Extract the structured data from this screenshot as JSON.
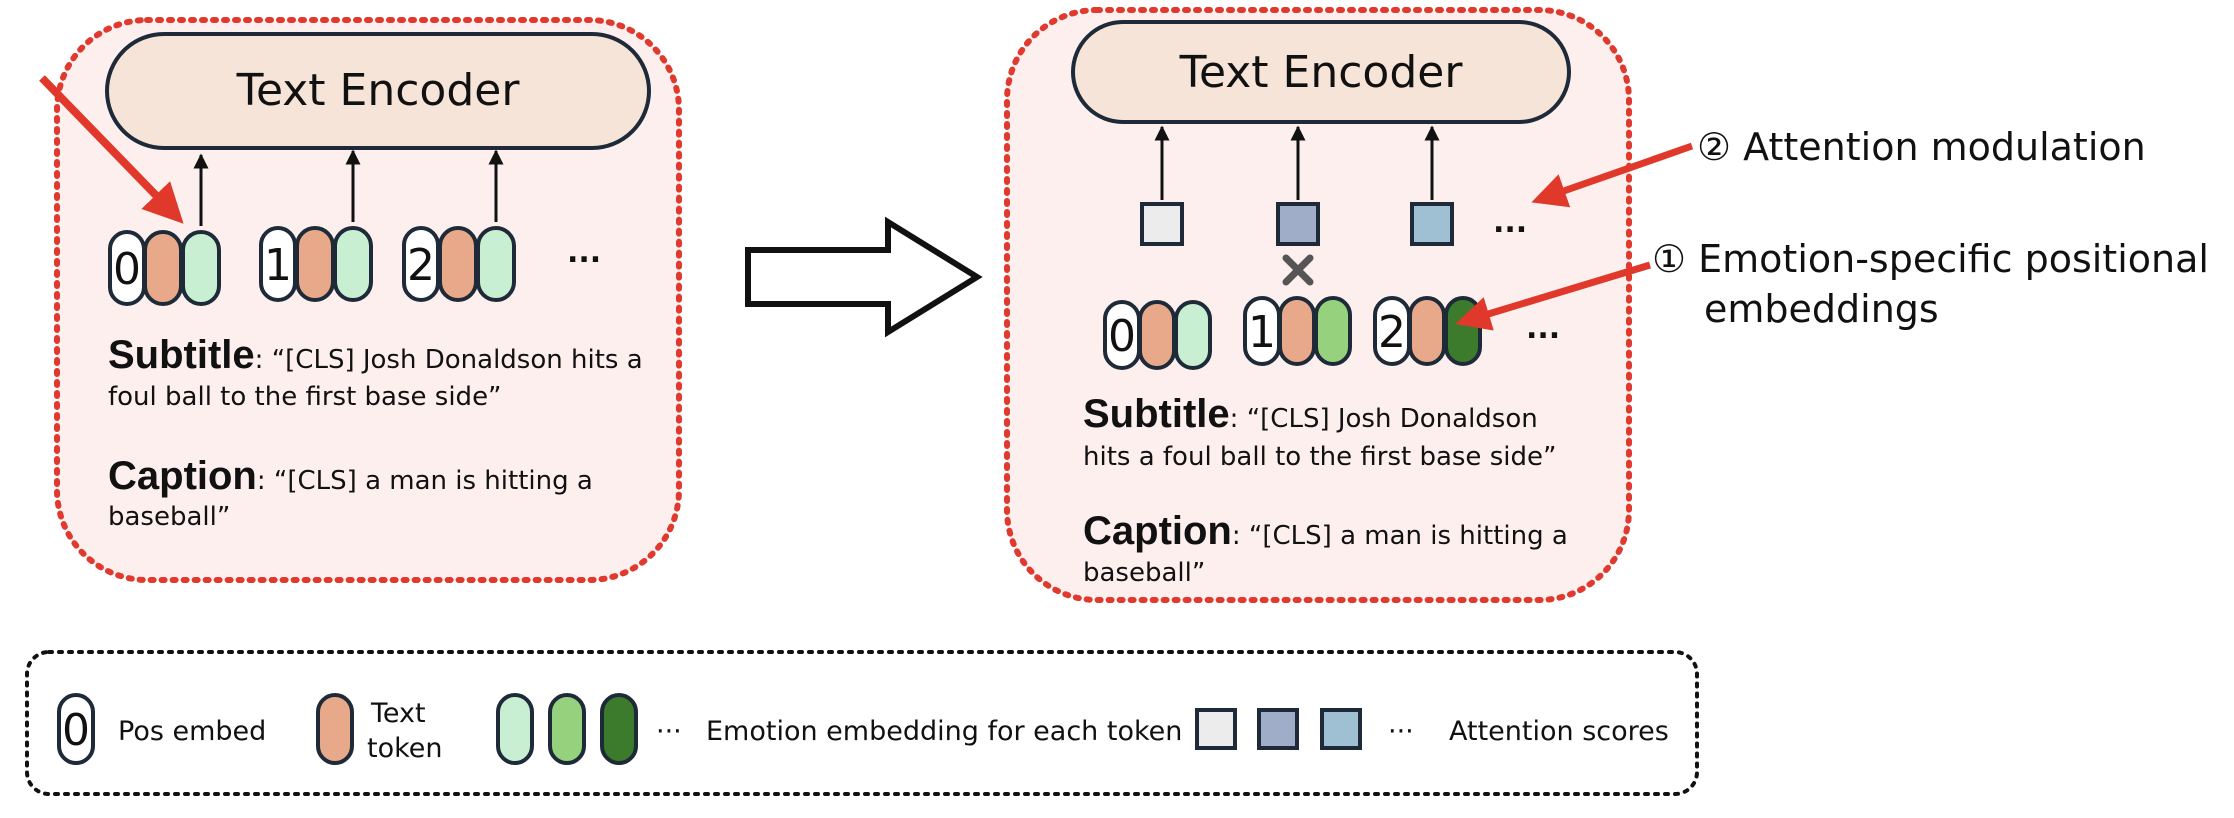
{
  "left_panel": {
    "encoder_label": "Text Encoder",
    "positions": [
      "0",
      "1",
      "2"
    ],
    "ellipsis": "...",
    "subtitle_label": "Subtitle",
    "subtitle_text_line1": ": “[CLS] Josh Donaldson hits a",
    "subtitle_text_line2": "foul ball to the first base side”",
    "caption_label": "Caption",
    "caption_text_line1": ":  “[CLS] a man is hitting a",
    "caption_text_line2": "baseball”"
  },
  "right_panel": {
    "encoder_label": "Text Encoder",
    "positions": [
      "0",
      "1",
      "2"
    ],
    "ellipsis_tokens": "...",
    "ellipsis_scores": "...",
    "subtitle_label": "Subtitle",
    "subtitle_text_line1": ": “[CLS] Josh Donaldson",
    "subtitle_text_line2": "hits a foul ball to the first base side”",
    "caption_label": "Caption",
    "caption_text_line1": ":  “[CLS] a man is hitting a",
    "caption_text_line2": "baseball”"
  },
  "annotations": {
    "attention_modulation": "② Attention modulation",
    "emotion_pe_line1": "① Emotion-specific positional",
    "emotion_pe_line2": "embeddings"
  },
  "legend": {
    "pos_symbol": "0",
    "pos_label": "Pos embed",
    "text_token_line1": "Text",
    "text_token_line2": "token",
    "ellipsis1": "···",
    "emotion_label": "Emotion embedding for each token",
    "ellipsis2": "···",
    "attention_label": "Attention scores"
  },
  "colors": {
    "panel_fill": "#fcefee",
    "panel_border": "#e03a2f",
    "encoder_fill": "#f6e4d8",
    "text_token": "#e8a98a",
    "emotion_light": "#c9efd3",
    "emotion_mid": "#96d27e",
    "emotion_dark": "#3c7a2c",
    "score_light": "#ececec",
    "score_mid": "#9fadc9",
    "score_blue": "#9ec0d2",
    "arrow_red": "#e0392b",
    "outline": "#1e2a38"
  }
}
